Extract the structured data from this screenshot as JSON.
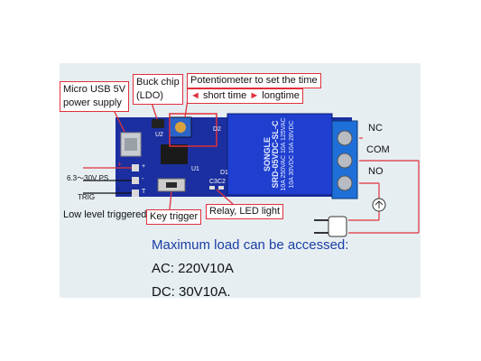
{
  "labels": {
    "usb": "Micro USB 5V\npower supply",
    "buck": "Buck chip\n(LDO)",
    "pot": "Potentiometer to set the time",
    "short_time": "short time",
    "longtime": "longtime",
    "low_level": "Low level triggered",
    "key_trigger": "Key trigger",
    "relay_led": "Relay, LED light",
    "nc": "NC",
    "com": "COM",
    "no": "NO",
    "ps": "6.3～30V PS",
    "plus": "+",
    "minus": "-",
    "trig": "TRIG"
  },
  "board_marks": {
    "u2": "U2",
    "d2": "D2",
    "c3c2": "C3C2",
    "d1": "D1",
    "u1": "U1",
    "plus": "+",
    "minus": "-",
    "t": "T"
  },
  "relay": {
    "brand": "SONGLE",
    "line1": "SRD-05VDC-SL-C",
    "line2": "10A 250VAC  10A 125VAC",
    "line3": "10A 30VDC  10A 28VDC"
  },
  "notes": {
    "heading": "Maximum load can be accessed:",
    "ac": "AC: 220V10A",
    "dc": "DC: 30V10A."
  },
  "colors": {
    "board": "#1b2fa0",
    "callout": "#e0303a",
    "text_blue": "#1b3fa5",
    "terminal": "#1f6fd8"
  }
}
